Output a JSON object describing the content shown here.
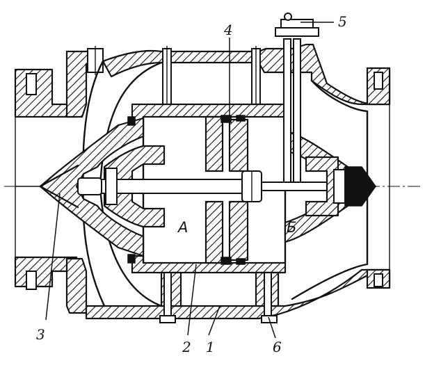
{
  "labels": {
    "l1": "1",
    "l2": "2",
    "l3": "3",
    "l4": "4",
    "l5": "5",
    "l6": "6",
    "chamber_a": "A",
    "chamber_b": "Б"
  }
}
